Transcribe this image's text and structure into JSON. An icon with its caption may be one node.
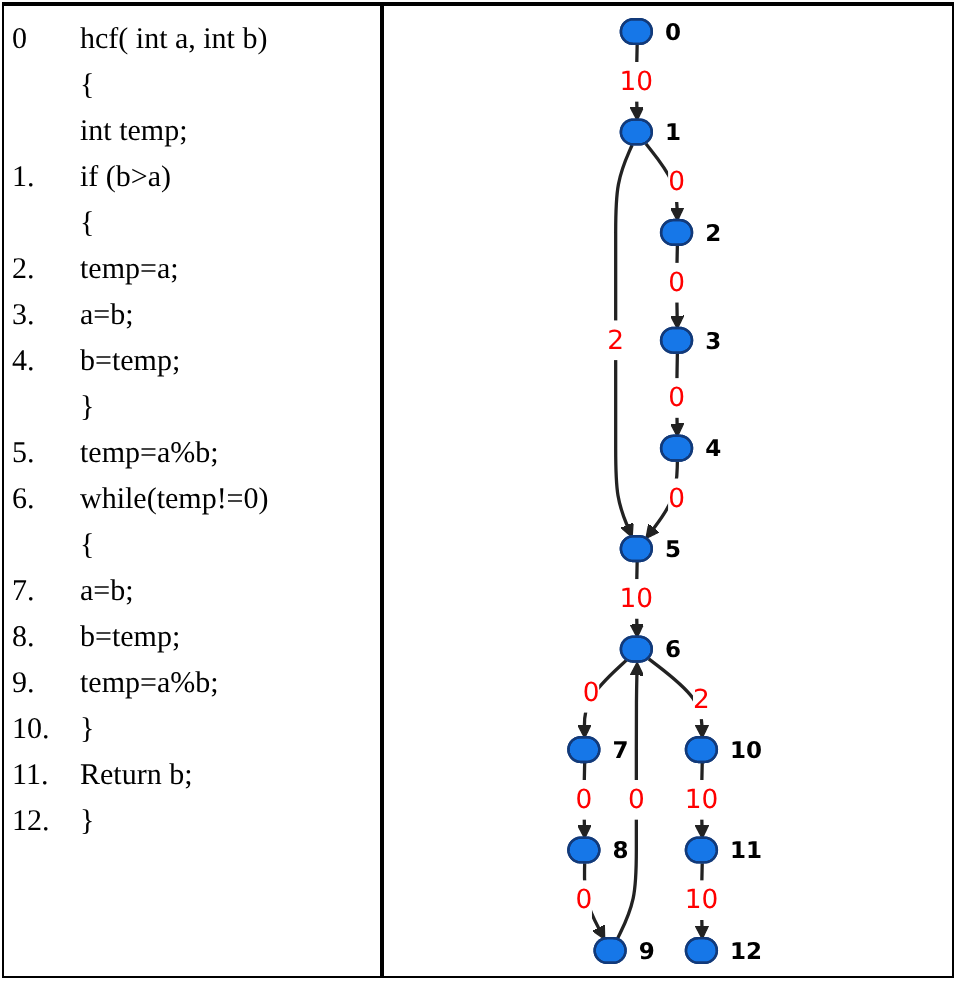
{
  "diagram": {
    "nodes": [
      {
        "text": [],
        "shape": "ellipse",
        "beside": [
          "0"
        ]
      },
      {
        "text": [],
        "shape": "ellipse",
        "beside": [
          "1"
        ]
      },
      {
        "text": [],
        "shape": "ellipse",
        "beside": [
          "2"
        ]
      },
      {
        "text": [],
        "shape": "ellipse",
        "beside": [
          "3"
        ]
      },
      {
        "text": [],
        "shape": "ellipse",
        "beside": [
          "4"
        ]
      },
      {
        "text": [],
        "shape": "ellipse",
        "beside": [
          "5"
        ]
      },
      {
        "text": [],
        "shape": "ellipse",
        "beside": [
          "6"
        ]
      },
      {
        "text": [],
        "shape": "ellipse",
        "beside": [
          "7"
        ]
      },
      {
        "text": [],
        "shape": "ellipse",
        "beside": [
          "8"
        ]
      },
      {
        "text": [],
        "shape": "ellipse",
        "beside": [
          "9"
        ]
      },
      {
        "text": [],
        "shape": "ellipse",
        "beside": [
          "10"
        ]
      },
      {
        "text": [],
        "shape": "ellipse",
        "beside": [
          "11"
        ]
      },
      {
        "text": [],
        "shape": "ellipse",
        "beside": [
          "12"
        ]
      }
    ],
    "edges": [
      {
        "from": 0,
        "to": 1,
        "arrow": "to",
        "label": "10"
      },
      {
        "from": 1,
        "to": 2,
        "arrow": "to",
        "label": "0"
      },
      {
        "from": 1,
        "to": 5,
        "arrow": "to",
        "label": "2"
      },
      {
        "from": 2,
        "to": 3,
        "arrow": "to",
        "label": "0"
      },
      {
        "from": 3,
        "to": 4,
        "arrow": "to",
        "label": "0"
      },
      {
        "from": 4,
        "to": 5,
        "arrow": "to",
        "label": "0"
      },
      {
        "from": 5,
        "to": 6,
        "arrow": "to",
        "label": "10"
      },
      {
        "from": 6,
        "to": 7,
        "arrow": "to",
        "label": "0"
      },
      {
        "from": 7,
        "to": 8,
        "arrow": "to",
        "label": "0"
      },
      {
        "from": 8,
        "to": 9,
        "arrow": "to",
        "label": "0"
      },
      {
        "from": 9,
        "to": 6,
        "arrow": "to",
        "label": "0"
      },
      {
        "from": 6,
        "to": 10,
        "arrow": "to",
        "label": "2"
      },
      {
        "from": 10,
        "to": 11,
        "arrow": "to",
        "label": "10"
      },
      {
        "from": 11,
        "to": 12,
        "arrow": "to",
        "label": "10"
      }
    ],
    "labels": [
      "0",
      "hcf( int a, int b)",
      "{",
      "int temp;",
      "1.",
      "if (b>a)",
      "{",
      "2.",
      "temp=a;",
      "3.",
      "a=b;",
      "4.",
      "b=temp;",
      "}",
      "5.",
      "temp=a%b;",
      "6.",
      "while(temp!=0)",
      "{",
      "7.",
      "a=b;",
      "8.",
      "b=temp;",
      "9.",
      "temp=a%b;",
      "10.",
      "}",
      "11.",
      "Return b;",
      "12.",
      "}"
    ]
  }
}
